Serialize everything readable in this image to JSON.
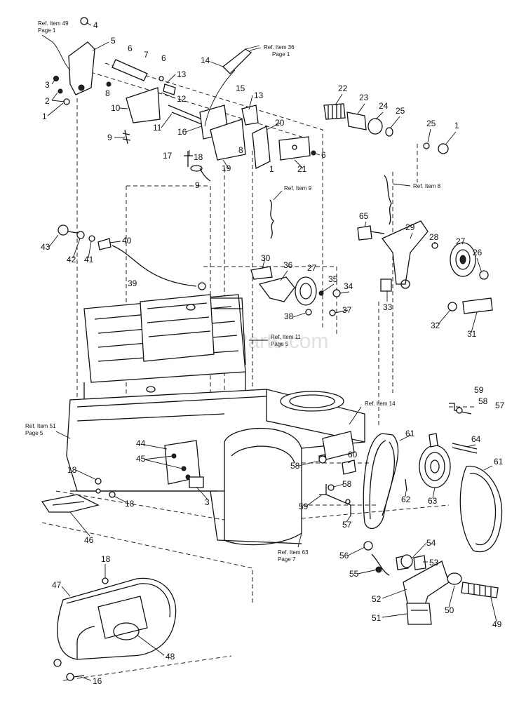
{
  "watermark": "eReplacementParts.com",
  "refs": {
    "r49": [
      "Ref. Item 49",
      "Page 1"
    ],
    "r36": [
      "Ref. Item 36",
      "Page 1"
    ],
    "r8a": [
      "Ref. Item 8"
    ],
    "r9": [
      "Ref. Item 9"
    ],
    "r11": [
      "Ref. Item 11",
      "Page 5"
    ],
    "r14": [
      "Ref. Item 14"
    ],
    "r51": [
      "Ref. Item 51",
      "Page 5"
    ],
    "r63": [
      "Ref. Item 63",
      "Page 7"
    ]
  },
  "callouts": {
    "c4": "4",
    "c5": "5",
    "c3": "3",
    "c2": "2",
    "c1": "1",
    "c6a": "6",
    "c7": "7",
    "c6b": "6",
    "c13a": "13",
    "c8a": "8",
    "c12": "12",
    "c10": "10",
    "c11": "11",
    "c16a": "16",
    "c14": "14",
    "c15": "15",
    "c13b": "13",
    "c9a": "9",
    "c17": "17",
    "c18a": "18",
    "c9b": "9",
    "c19": "19",
    "c8b": "8",
    "c20": "20",
    "c1b": "1",
    "c21": "21",
    "c6c": "6",
    "c22": "22",
    "c23": "23",
    "c24": "24",
    "c25a": "25",
    "c25b": "25",
    "c1c": "1",
    "c65": "65",
    "c29": "29",
    "c28": "28",
    "c27a": "27",
    "c26": "26",
    "c43": "43",
    "c42": "42",
    "c41": "41",
    "c40": "40",
    "c39": "39",
    "c30": "30",
    "c36": "36",
    "c27b": "27",
    "c35": "35",
    "c34": "34",
    "c38": "38",
    "c37": "37",
    "c33": "33",
    "c32": "32",
    "c31": "31",
    "c59a": "59",
    "c58a": "58",
    "c57a": "57",
    "c44": "44",
    "c45": "45",
    "c3b": "3",
    "c18b": "18",
    "c18c": "18",
    "c46": "46",
    "c58b": "58",
    "c60a": "60",
    "c58c": "58",
    "c59b": "59",
    "c57b": "57",
    "c61a": "61",
    "c64": "64",
    "c61b": "61",
    "c62a": "62",
    "c63a": "63",
    "c53": "53",
    "c54": "54",
    "c56": "56",
    "c55": "55",
    "c52": "52",
    "c51": "51",
    "c50": "50",
    "c49": "49",
    "c18d": "18",
    "c47": "47",
    "c48": "48",
    "c16b": "16"
  }
}
